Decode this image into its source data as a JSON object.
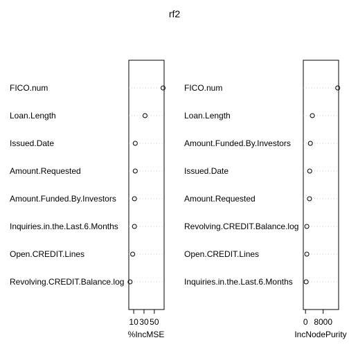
{
  "title": "rf2",
  "chart_data": [
    {
      "type": "scatter",
      "subtype": "dotchart",
      "xlabel": "%IncMSE",
      "xticks": [
        "10",
        "30",
        "50"
      ],
      "xlim": [
        0.5,
        69
      ],
      "grid": "dotted horizontal",
      "categories": [
        "FICO.num",
        "Loan.Length",
        "Issued.Date",
        "Amount.Requested",
        "Amount.Funded.By.Investors",
        "Inquiries.in.the.Last.6.Months",
        "Open.CREDIT.Lines",
        "Revolving.CREDIT.Balance.log"
      ],
      "values": [
        67,
        32,
        13,
        13,
        11.5,
        11.5,
        8,
        3
      ]
    },
    {
      "type": "scatter",
      "subtype": "dotchart",
      "xlabel": "IncNodePurity",
      "xticks": [
        "0",
        "8000"
      ],
      "xlim": [
        -1000,
        15000
      ],
      "grid": "dotted horizontal",
      "categories": [
        "FICO.num",
        "Loan.Length",
        "Amount.Funded.By.Investors",
        "Issued.Date",
        "Amount.Requested",
        "Revolving.CREDIT.Balance.log",
        "Open.CREDIT.Lines",
        "Inquiries.in.the.Last.6.Months"
      ],
      "values": [
        14600,
        3100,
        2200,
        1900,
        1800,
        600,
        600,
        300
      ]
    }
  ]
}
